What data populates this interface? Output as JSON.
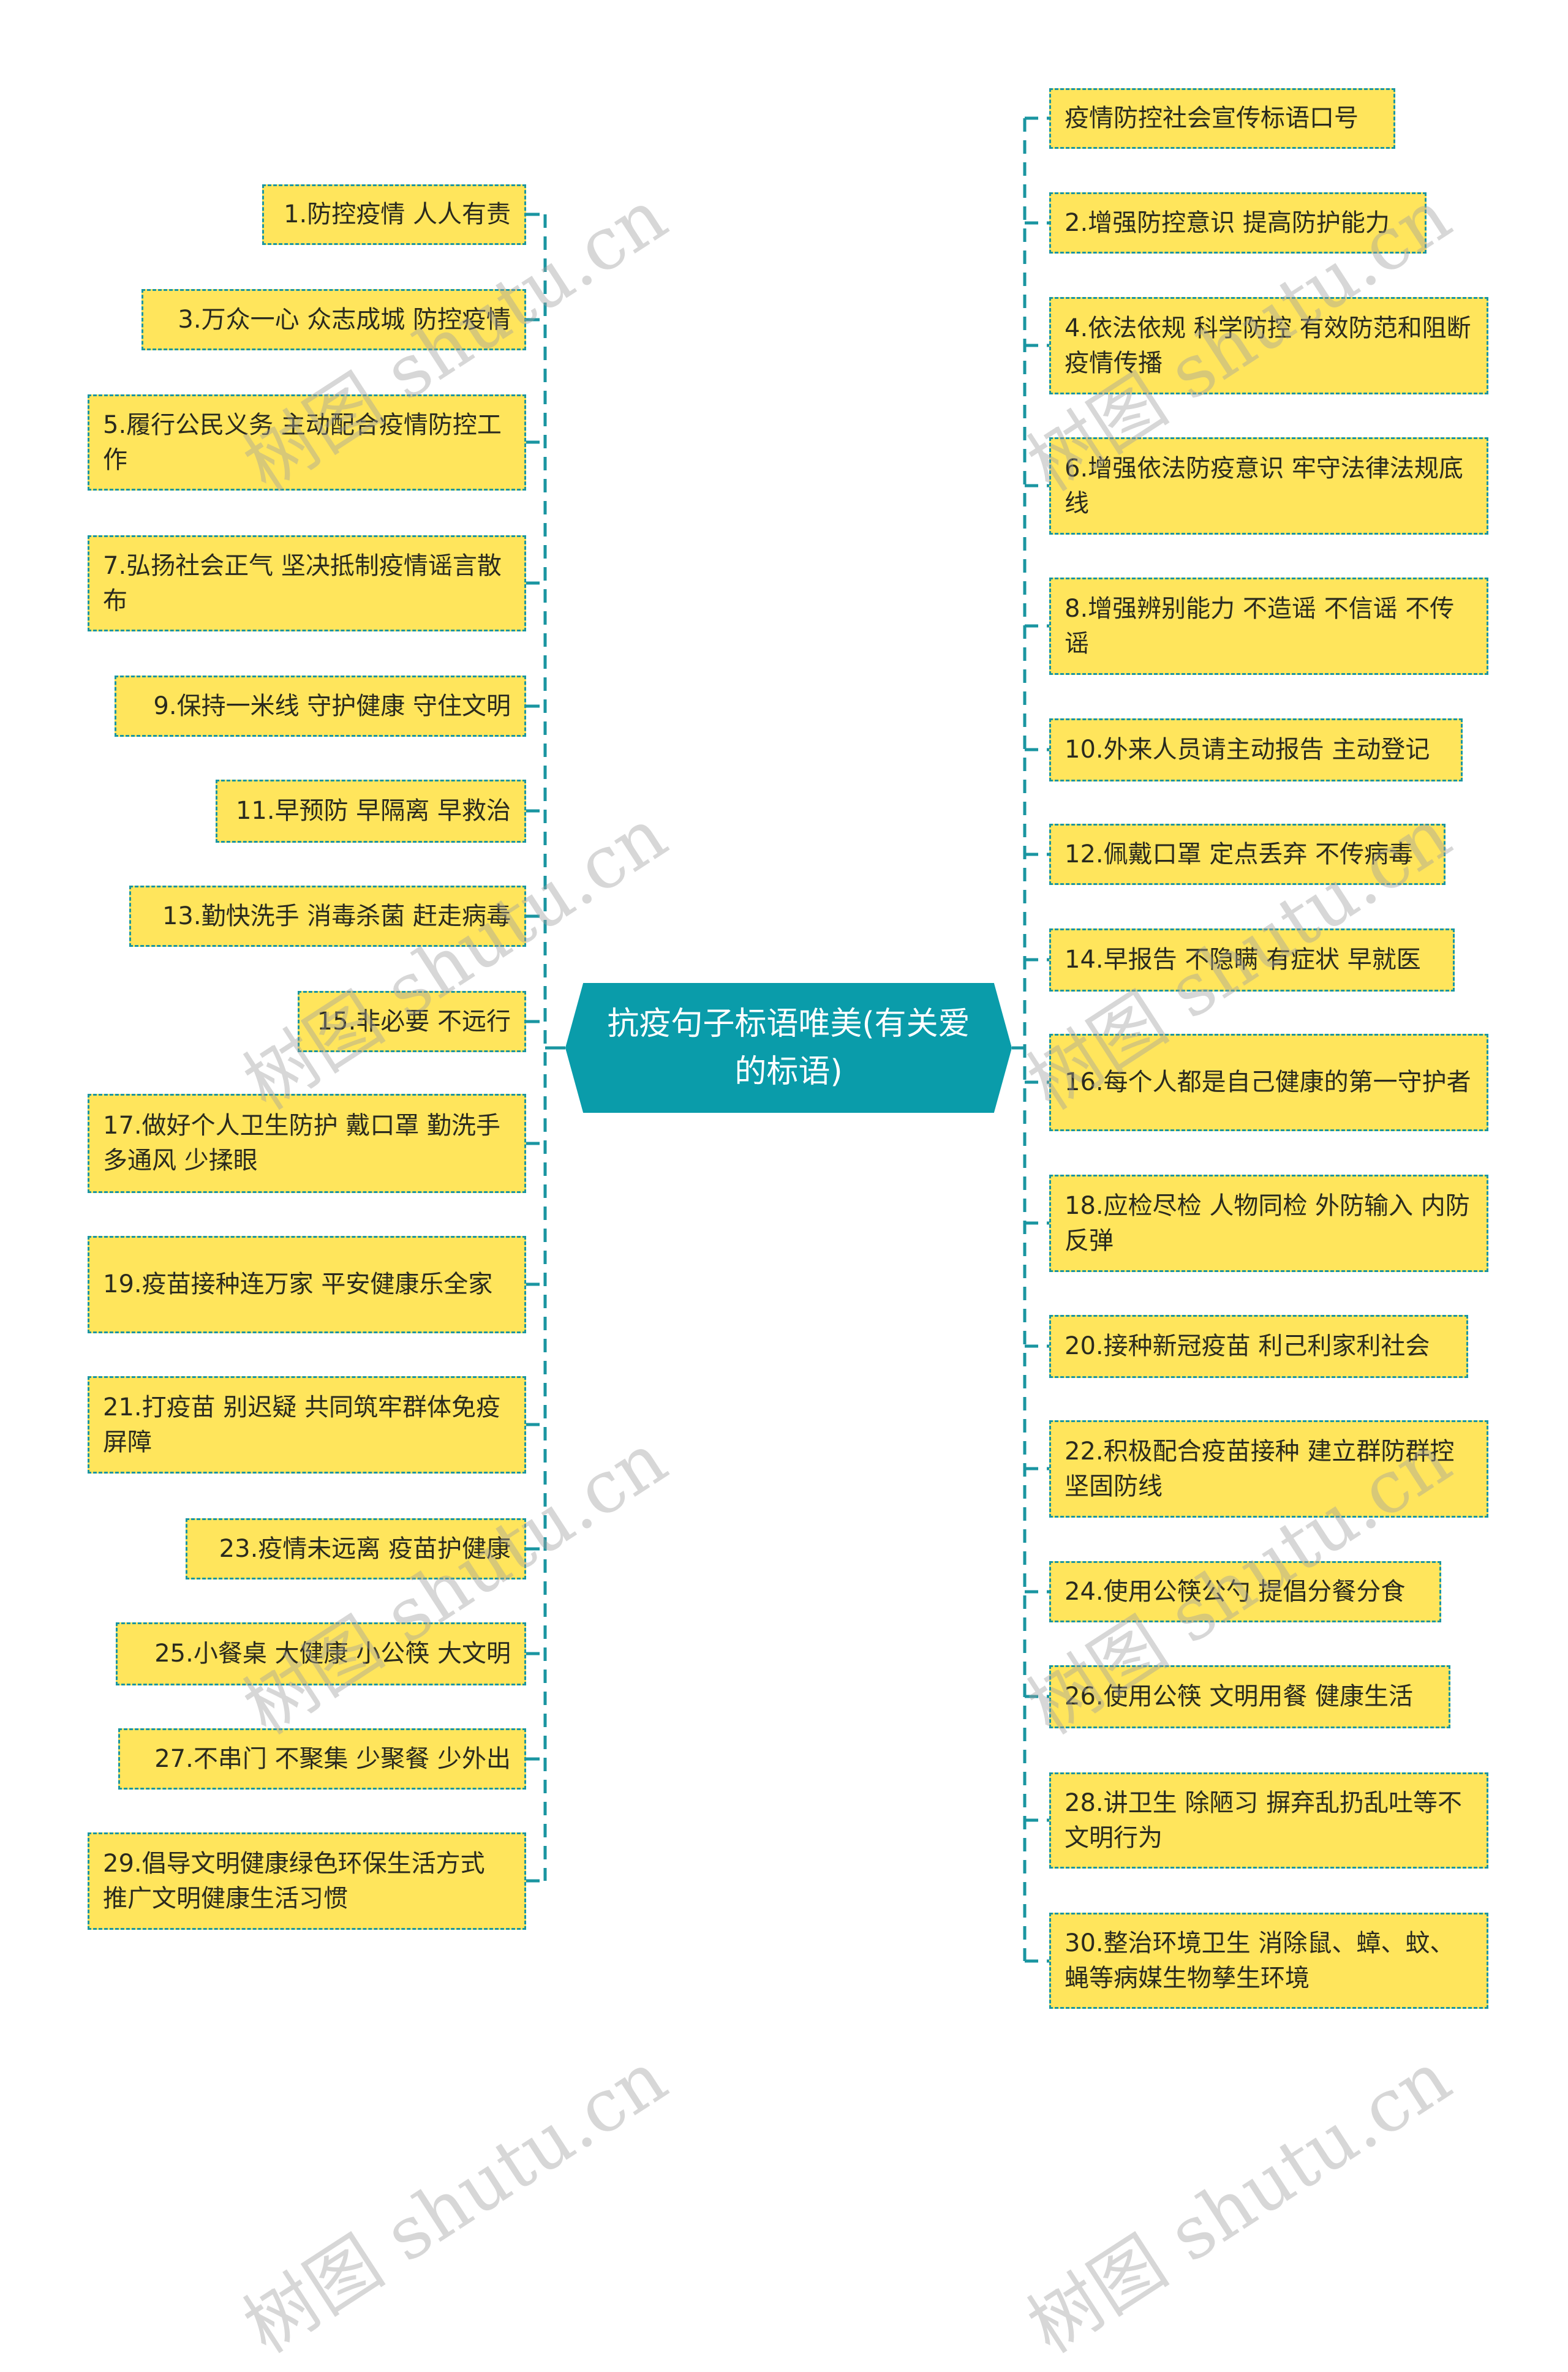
{
  "colors": {
    "node_fill": "#FFE55C",
    "node_border": "#1A95A1",
    "connector": "#1A95A1",
    "center_fill": "#0A9CAA",
    "center_text": "#FFFFFF",
    "node_text": "#2A2A1E"
  },
  "center": {
    "title": "抗疫句子标语唯美(有关爱的标语)"
  },
  "left_branches": [
    {
      "label": "1.防控疫情 人人有责"
    },
    {
      "label": "3.万众一心 众志成城 防控疫情"
    },
    {
      "label": "5.履行公民义务 主动配合疫情防控工作"
    },
    {
      "label": "7.弘扬社会正气 坚决抵制疫情谣言散布"
    },
    {
      "label": "9.保持一米线 守护健康 守住文明"
    },
    {
      "label": "11.早预防 早隔离 早救治"
    },
    {
      "label": "13.勤快洗手 消毒杀菌 赶走病毒"
    },
    {
      "label": "15.非必要 不远行"
    },
    {
      "label": "17.做好个人卫生防护 戴口罩 勤洗手 多通风 少揉眼"
    },
    {
      "label": "19.疫苗接种连万家 平安健康乐全家"
    },
    {
      "label": "21.打疫苗 别迟疑 共同筑牢群体免疫屏障"
    },
    {
      "label": "23.疫情未远离 疫苗护健康"
    },
    {
      "label": "25.小餐桌 大健康 小公筷 大文明"
    },
    {
      "label": "27.不串门 不聚集 少聚餐 少外出"
    },
    {
      "label": "29.倡导文明健康绿色环保生活方式 推广文明健康生活习惯"
    }
  ],
  "right_branches": [
    {
      "label": "疫情防控社会宣传标语口号"
    },
    {
      "label": "2.增强防控意识 提高防护能力"
    },
    {
      "label": "4.依法依规 科学防控 有效防范和阻断疫情传播"
    },
    {
      "label": "6.增强依法防疫意识 牢守法律法规底线"
    },
    {
      "label": "8.增强辨别能力 不造谣 不信谣 不传谣"
    },
    {
      "label": "10.外来人员请主动报告 主动登记"
    },
    {
      "label": "12.佩戴口罩 定点丢弃 不传病毒"
    },
    {
      "label": "14.早报告 不隐瞒 有症状 早就医"
    },
    {
      "label": "16.每个人都是自己健康的第一守护者"
    },
    {
      "label": "18.应检尽检 人物同检 外防输入 内防反弹"
    },
    {
      "label": "20.接种新冠疫苗 利己利家利社会"
    },
    {
      "label": "22.积极配合疫苗接种 建立群防群控坚固防线"
    },
    {
      "label": "24.使用公筷公勺 提倡分餐分食"
    },
    {
      "label": "26.使用公筷 文明用餐 健康生活"
    },
    {
      "label": "28.讲卫生 除陋习 摒弃乱扔乱吐等不文明行为"
    },
    {
      "label": "30.整治环境卫生 消除鼠、蟑、蚊、蝇等病媒生物孳生环境"
    }
  ],
  "watermark": {
    "text": "树图 shutu.cn"
  }
}
